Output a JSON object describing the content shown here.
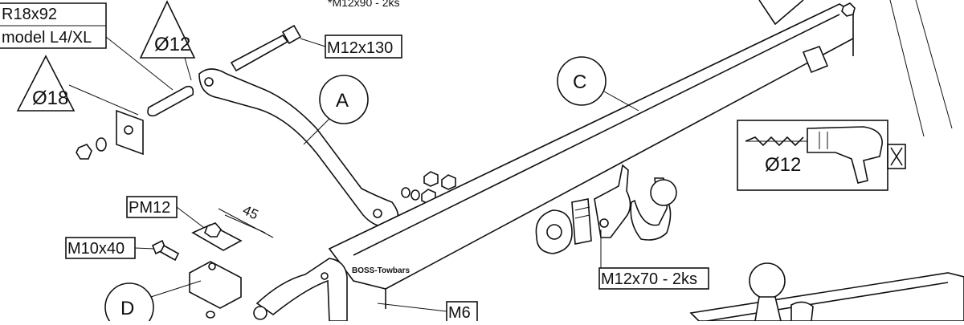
{
  "labels": {
    "bolt_r18": "R18x92",
    "model": "model L4/XL",
    "dia12_top": "Ø12",
    "dia18": "Ø18",
    "bolt_m12x130": "M12x130",
    "top_note": "*M12x90 - 2ks",
    "pm12": "PM12",
    "m10x40": "M10x40",
    "dim45": "45",
    "m12x70": "M12x70 - 2ks",
    "m6": "M6",
    "drill_dia": "Ø12",
    "brand": "BOSS-Towbars"
  },
  "callouts": {
    "a": "A",
    "c": "C",
    "d": "D"
  },
  "icons": {
    "drill": "drill-icon",
    "cross": "cross-mark-icon"
  }
}
